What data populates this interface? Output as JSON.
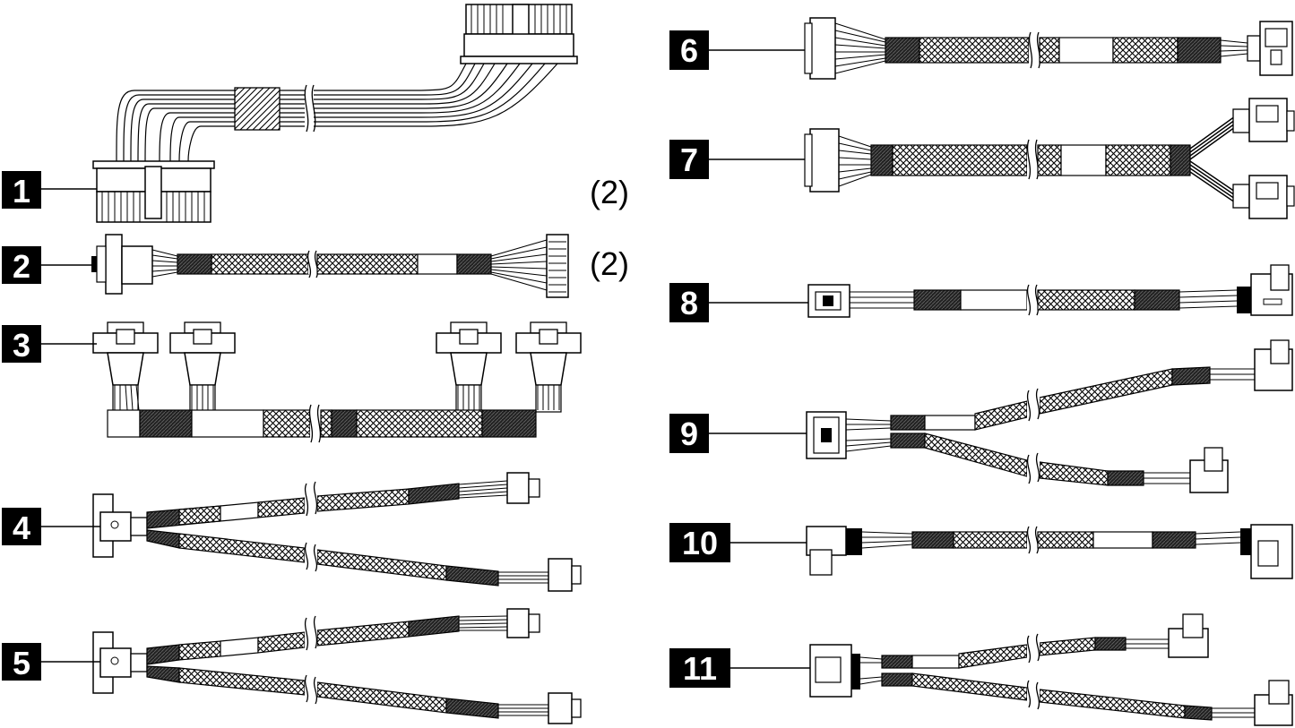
{
  "callouts": [
    {
      "label": "1",
      "quantity": "(2)"
    },
    {
      "label": "2",
      "quantity": "(2)"
    },
    {
      "label": "3",
      "quantity": ""
    },
    {
      "label": "4",
      "quantity": ""
    },
    {
      "label": "5",
      "quantity": ""
    },
    {
      "label": "6",
      "quantity": ""
    },
    {
      "label": "7",
      "quantity": ""
    },
    {
      "label": "8",
      "quantity": ""
    },
    {
      "label": "9",
      "quantity": ""
    },
    {
      "label": "10",
      "quantity": ""
    },
    {
      "label": "11",
      "quantity": ""
    }
  ],
  "colors": {
    "ink": "#000000",
    "paper": "#ffffff",
    "badge": "#000000",
    "badge_text": "#ffffff"
  }
}
